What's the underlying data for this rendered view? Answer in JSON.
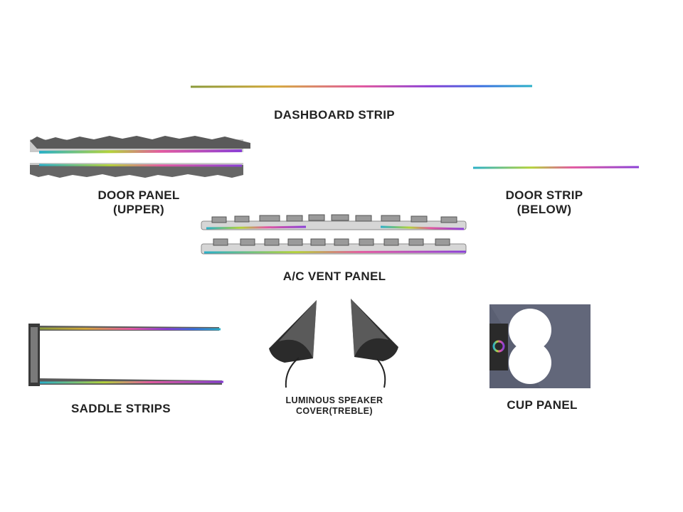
{
  "colors": {
    "label": "#222222",
    "gradient": [
      "#8a9a3a",
      "#d4a83a",
      "#e25aa0",
      "#8a3fd6",
      "#3b6fe0",
      "#2ab0c8"
    ],
    "cup_panel_bg": "#5a5f72",
    "cup_panel_hole": "#ffffff"
  },
  "products": {
    "dashboard_strip": {
      "label": "DASHBOARD STRIP",
      "icon": "led-strip-icon"
    },
    "door_panel_upper": {
      "label_line1": "DOOR PANEL",
      "label_line2": "(UPPER)",
      "icon": "door-panel-icon"
    },
    "door_strip_below": {
      "label_line1": "DOOR STRIP",
      "label_line2": "(BELOW)",
      "icon": "led-strip-icon"
    },
    "ac_vent_panel": {
      "label": "A/C VENT PANEL",
      "icon": "vent-panel-icon"
    },
    "saddle_strips": {
      "label": "SADDLE STRIPS",
      "icon": "saddle-strip-icon"
    },
    "speaker_cover": {
      "label_line1": "LUMINOUS SPEAKER",
      "label_line2": "COVER(TREBLE)",
      "icon": "speaker-cover-icon"
    },
    "cup_panel": {
      "label": "CUP PANEL",
      "icon": "cup-panel-icon"
    }
  }
}
